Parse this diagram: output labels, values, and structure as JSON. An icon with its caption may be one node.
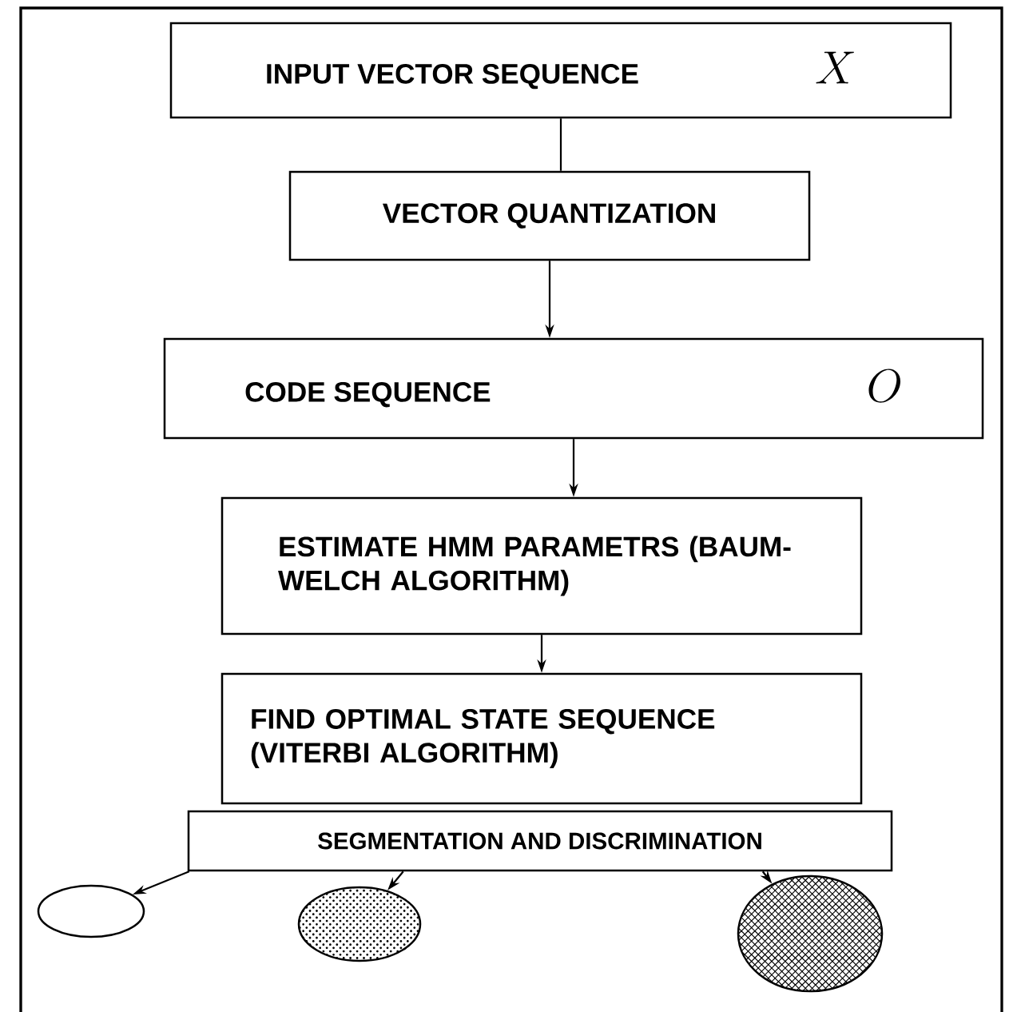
{
  "diagram": {
    "nodes": [
      {
        "text": [
          "INPUT VECTOR SEQUENCE",
          "X"
        ]
      },
      {
        "text": [
          "VECTOR QUANTIZATION"
        ]
      },
      {
        "text": [
          "CODE SEQUENCE",
          "O"
        ]
      },
      {
        "text": [
          "ESTIMATE HMM PARAMETRS (BAUM-WELCH ALGORITHM)"
        ]
      },
      {
        "text": [
          "FIND OPTIMAL STATE SEQUENCE (VITERBI ALGORITHM)"
        ]
      },
      {
        "text": [
          "SEGMENTATION AND DISCRIMINATION"
        ]
      },
      {
        "text": [],
        "shape": "circle"
      },
      {
        "text": [],
        "shape": "circle"
      },
      {
        "text": [],
        "shape": "circle"
      }
    ],
    "edges": [
      {
        "from": 0,
        "to": 1,
        "arrow": "none"
      },
      {
        "from": 1,
        "to": 2,
        "arrow": "to"
      },
      {
        "from": 2,
        "to": 3,
        "arrow": "to"
      },
      {
        "from": 3,
        "to": 4,
        "arrow": "to"
      },
      {
        "from": 5,
        "to": 6,
        "arrow": "to"
      },
      {
        "from": 5,
        "to": 7,
        "arrow": "to"
      },
      {
        "from": 5,
        "to": 8,
        "arrow": "to"
      }
    ]
  }
}
